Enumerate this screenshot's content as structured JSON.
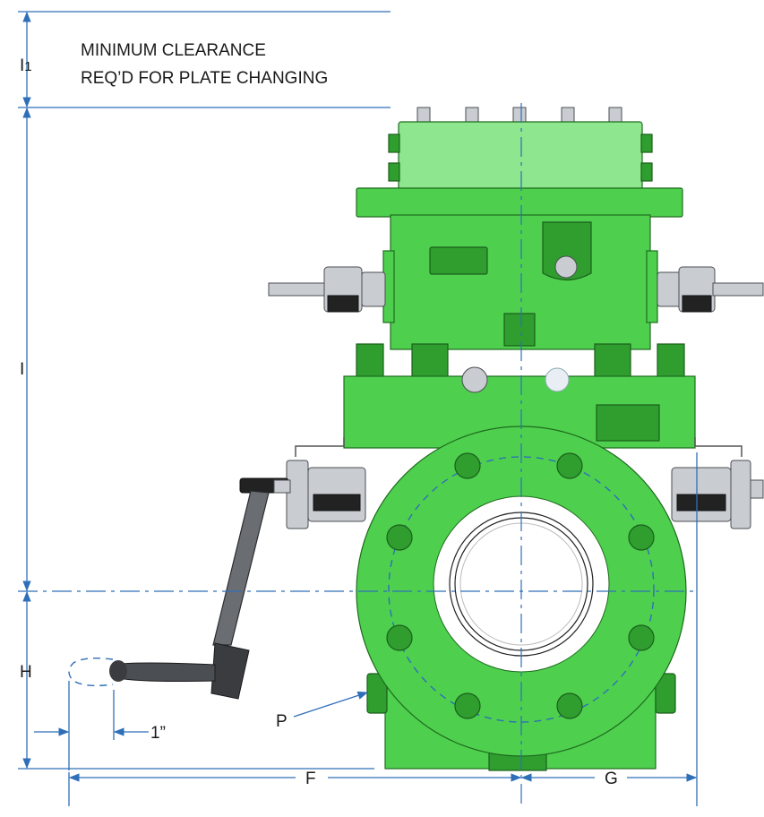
{
  "labels": {
    "i1_main": "I",
    "i1_sub": "1",
    "note_line1": "MINIMUM CLEARANCE",
    "note_line2": "REQ’D FOR PLATE CHANGING",
    "i": "I",
    "h": "H",
    "p": "P",
    "one_inch": "1”",
    "f": "F",
    "g": "G"
  },
  "colors": {
    "dimension": "#2f6fb8",
    "body": "#4ed04e",
    "body_light": "#8ee78e",
    "body_dark": "#2f9e2f",
    "steel": "#c9cdd2",
    "text": "#1a1a1a"
  }
}
